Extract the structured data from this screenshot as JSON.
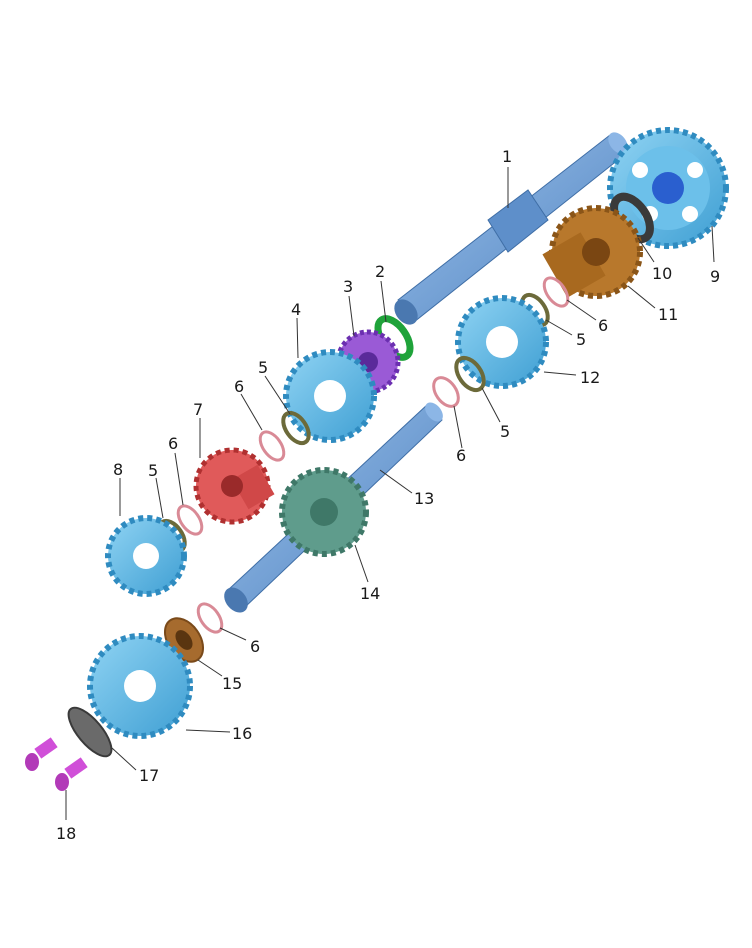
{
  "diagram": {
    "type": "exploded-parts-view",
    "colors": {
      "shaft_blue": "#6e9fd4",
      "gear_light_blue": "#5bb8e6",
      "gear_purple": "#9a5ad6",
      "washer_green": "#1fa33a",
      "gear_red": "#e05a5a",
      "gear_brown": "#b8782c",
      "gear_teal": "#5f9c8c",
      "bushing_brown": "#a66b2e",
      "ring_pink": "#d98a96",
      "circlip_olive": "#6c6a3a",
      "washer_black": "#3a3a3a",
      "bolt_magenta": "#d04fd8"
    },
    "callouts": [
      {
        "id": "c1",
        "label": "1"
      },
      {
        "id": "c2",
        "label": "2"
      },
      {
        "id": "c3",
        "label": "3"
      },
      {
        "id": "c4",
        "label": "4"
      },
      {
        "id": "c5a",
        "label": "5"
      },
      {
        "id": "c5b",
        "label": "5"
      },
      {
        "id": "c5c",
        "label": "5"
      },
      {
        "id": "c5d",
        "label": "5"
      },
      {
        "id": "c6a",
        "label": "6"
      },
      {
        "id": "c6b",
        "label": "6"
      },
      {
        "id": "c6c",
        "label": "6"
      },
      {
        "id": "c6d",
        "label": "6"
      },
      {
        "id": "c6e",
        "label": "6"
      },
      {
        "id": "c7",
        "label": "7"
      },
      {
        "id": "c8",
        "label": "8"
      },
      {
        "id": "c9",
        "label": "9"
      },
      {
        "id": "c10",
        "label": "10"
      },
      {
        "id": "c11",
        "label": "11"
      },
      {
        "id": "c12",
        "label": "12"
      },
      {
        "id": "c13",
        "label": "13"
      },
      {
        "id": "c14",
        "label": "14"
      },
      {
        "id": "c15",
        "label": "15"
      },
      {
        "id": "c16",
        "label": "16"
      },
      {
        "id": "c17",
        "label": "17"
      },
      {
        "id": "c18",
        "label": "18"
      }
    ]
  }
}
